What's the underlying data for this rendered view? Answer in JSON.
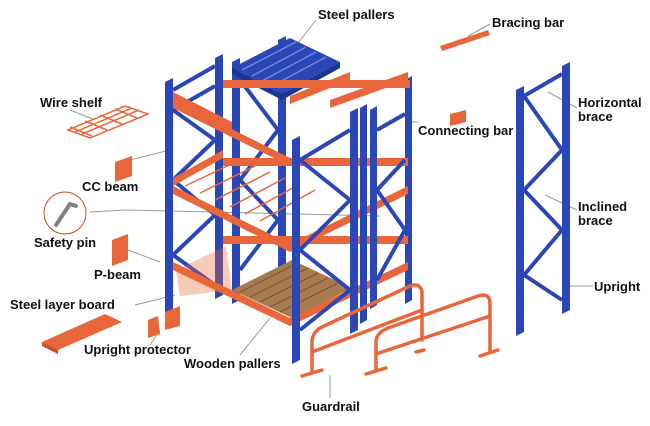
{
  "colors": {
    "upright": "#2a47b5",
    "upright_dark": "#1c3590",
    "beam": "#e8663a",
    "beam_dark": "#c94c22",
    "wood": "#a87b4f",
    "wood_dark": "#7a5430",
    "leader": "#9a9a9a",
    "text": "#111111"
  },
  "labels": {
    "steel_pallers": "Steel pallers",
    "bracing_bar": "Bracing bar",
    "wire_shelf": "Wire shelf",
    "connecting_bar": "Connecting bar",
    "horizontal_brace": "Horizontal brace",
    "cc_beam": "CC beam",
    "inclined_brace": "Inclined brace",
    "safety_pin": "Safety pin",
    "p_beam": "P-beam",
    "upright": "Upright",
    "steel_layer_board": "Steel layer board",
    "upright_protector": "Upright protector",
    "wooden_pallers": "Wooden pallers",
    "guardrail": "Guardrail"
  }
}
